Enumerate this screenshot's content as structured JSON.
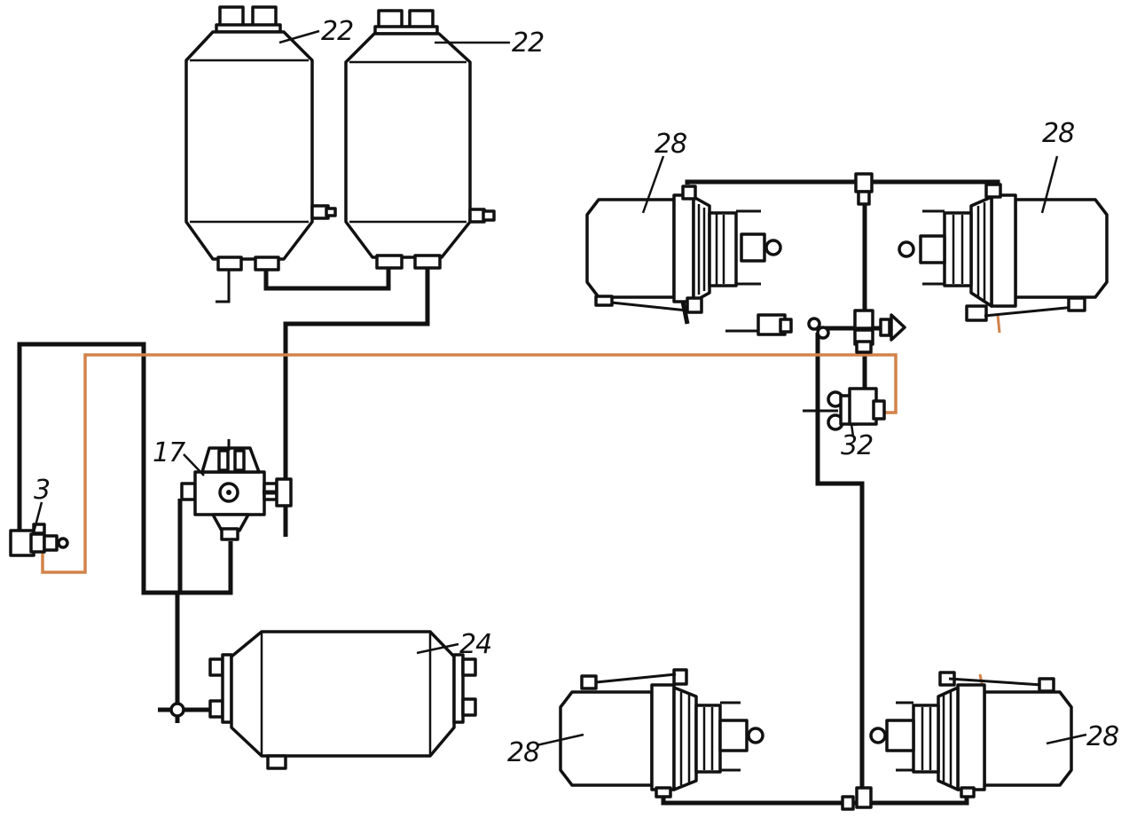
{
  "colors": {
    "line": "#111111",
    "control_line": "#d2834a",
    "background": "#ffffff"
  },
  "labels": {
    "receiver_left": "22",
    "receiver_right": "22",
    "chamber_top_left": "28",
    "chamber_top_right": "28",
    "chamber_bottom_left": "28",
    "chamber_bottom_right": "28",
    "valve_17": "17",
    "valve_3": "3",
    "valve_32": "32",
    "receiver_24": "24"
  }
}
